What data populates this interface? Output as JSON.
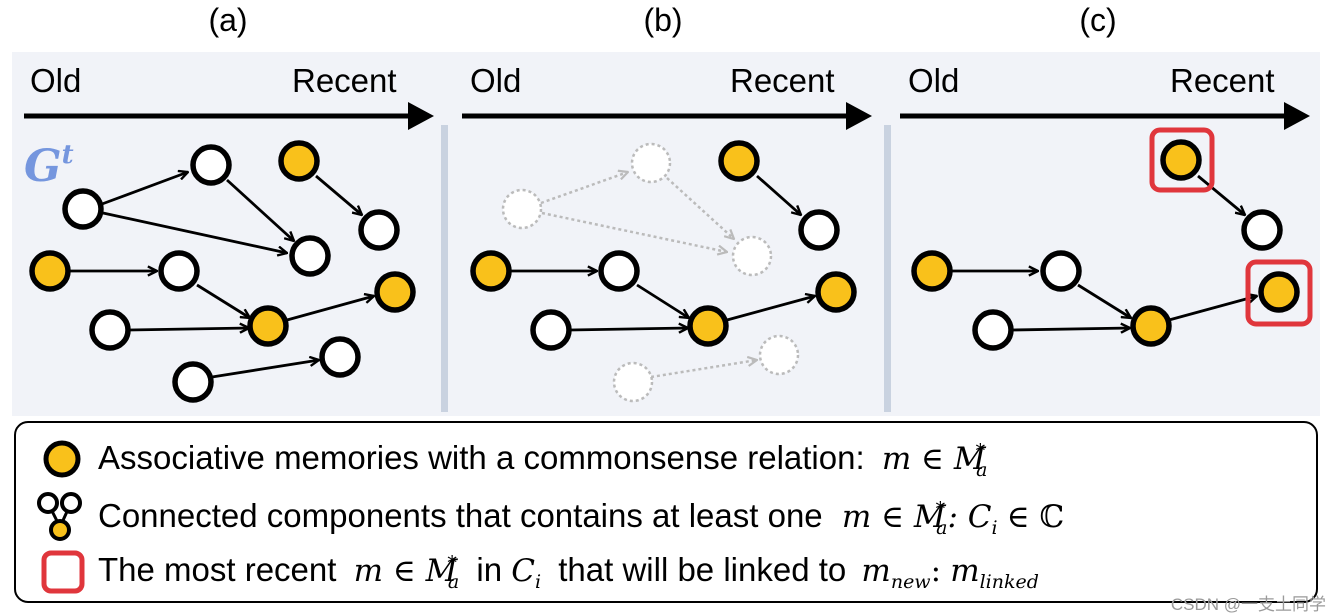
{
  "panels": [
    {
      "label": "(a)",
      "old": "Old",
      "recent": "Recent"
    },
    {
      "label": "(b)",
      "old": "Old",
      "recent": "Recent"
    },
    {
      "label": "(c)",
      "old": "Old",
      "recent": "Recent"
    }
  ],
  "graph_label": "G",
  "graph_label_sup": "t",
  "legend": {
    "row1": {
      "text": "Associative memories with a commonsense relation:",
      "math": "m ∈ M",
      "sub": "a",
      "sup": "*"
    },
    "row2": {
      "text": "Connected components that contains at least one",
      "math": "m ∈ M",
      "sub": "a",
      "sup": "*",
      "tail": ": C",
      "tail_sub": "i",
      "tail_end": "∈ ℂ"
    },
    "row3": {
      "pre": "The most recent",
      "math": "m ∈ M",
      "sub": "a",
      "sup": "*",
      "in": "in",
      "ci": "C",
      "ci_sub": "i",
      "mid": "that will be linked to",
      "mnew": "m",
      "mnew_sub": "new",
      "colon": ":",
      "mlinked": "m",
      "mlinked_sub": "linked"
    }
  },
  "watermark": "CSDN @一支土同学",
  "colors": {
    "memory_fill": "#F9C11B",
    "panel_bg": "#F1F3F8",
    "divider": "#C9D2E0",
    "highlight": "#E0363C",
    "graph_label": "#7596DE",
    "faded": "#BBBBBB"
  }
}
